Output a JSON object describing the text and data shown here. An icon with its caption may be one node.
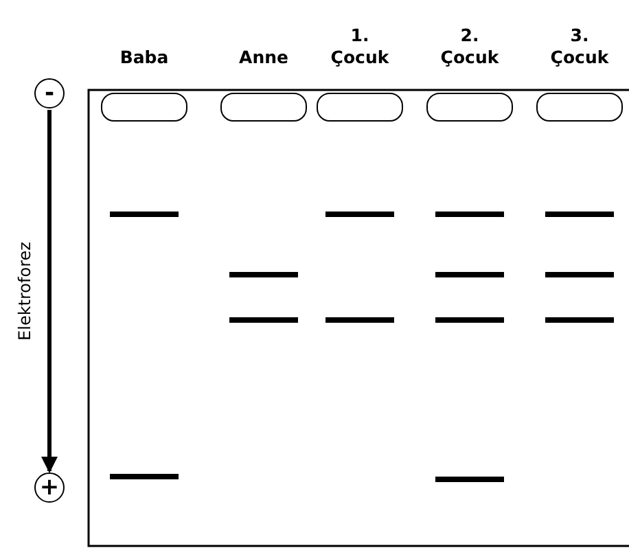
{
  "diagram": {
    "nodes": [
      {
        "text": [
          "-"
        ]
      },
      {
        "text": [
          "+"
        ]
      }
    ],
    "edges": [
      {
        "from": 0,
        "to": 1,
        "arrow": "to",
        "label": "Elektroforez"
      }
    ],
    "labels": [
      "Baba",
      "Anne",
      "1. Çocuk",
      "2. Çocuk",
      "3. Çocuk"
    ]
  }
}
